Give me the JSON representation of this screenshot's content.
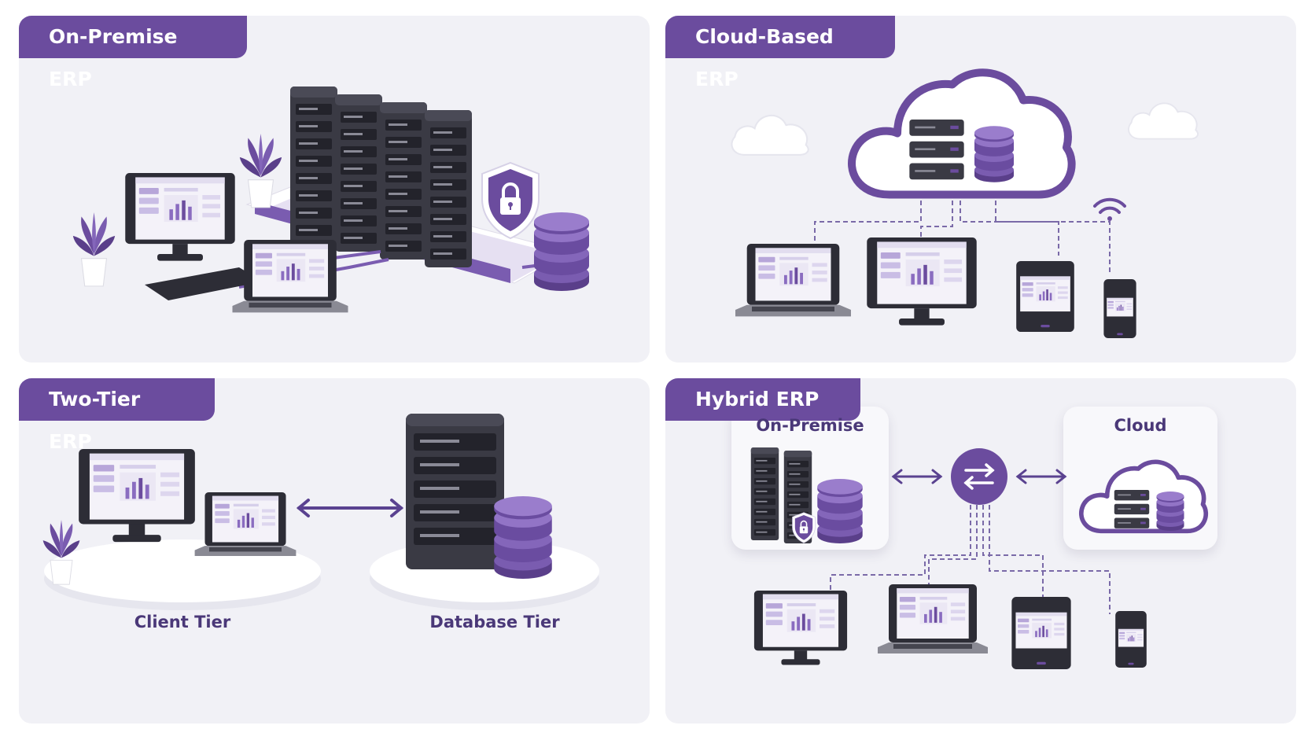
{
  "panels": {
    "on_premise": {
      "title": "On-Premise ERP"
    },
    "cloud": {
      "title": "Cloud-Based ERP"
    },
    "two_tier": {
      "title": "Two-Tier ERP",
      "client_label": "Client Tier",
      "database_label": "Database Tier"
    },
    "hybrid": {
      "title": "Hybrid ERP",
      "on_premise_label": "On-Premise",
      "cloud_label": "Cloud"
    }
  },
  "colors": {
    "accent": "#6b4c9e",
    "accent_light": "#8a6cc0",
    "server_dark": "#3a3a44",
    "panel_bg": "#f1f1f6",
    "label_text": "#4a3878"
  },
  "icons": [
    "server-rack-icon",
    "database-icon",
    "shield-lock-icon",
    "desktop-monitor-icon",
    "laptop-icon",
    "tablet-icon",
    "smartphone-icon",
    "cloud-icon",
    "wifi-icon",
    "sync-arrows-icon",
    "potted-plant-icon",
    "keyboard-icon"
  ]
}
